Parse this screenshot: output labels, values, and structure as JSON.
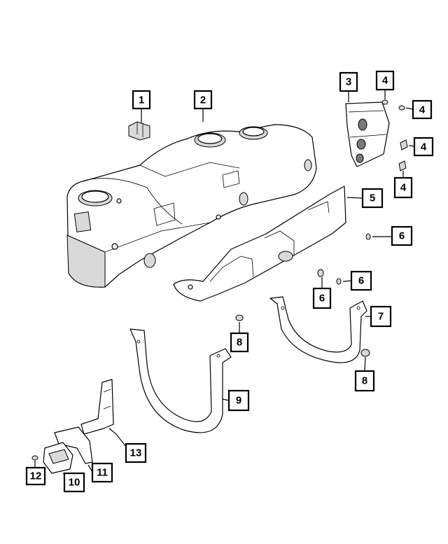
{
  "callouts": [
    {
      "id": "c1",
      "label": "1"
    },
    {
      "id": "c2",
      "label": "2"
    },
    {
      "id": "c3",
      "label": "3"
    },
    {
      "id": "c4a",
      "label": "4"
    },
    {
      "id": "c4b",
      "label": "4"
    },
    {
      "id": "c4c",
      "label": "4"
    },
    {
      "id": "c4d",
      "label": "4"
    },
    {
      "id": "c5",
      "label": "5"
    },
    {
      "id": "c6a",
      "label": "6"
    },
    {
      "id": "c6b",
      "label": "6"
    },
    {
      "id": "c6c",
      "label": "6"
    },
    {
      "id": "c7",
      "label": "7"
    },
    {
      "id": "c8a",
      "label": "8"
    },
    {
      "id": "c8b",
      "label": "8"
    },
    {
      "id": "c9",
      "label": "9"
    },
    {
      "id": "c10",
      "label": "10"
    },
    {
      "id": "c11",
      "label": "11"
    },
    {
      "id": "c12",
      "label": "12"
    },
    {
      "id": "c13",
      "label": "13"
    }
  ]
}
